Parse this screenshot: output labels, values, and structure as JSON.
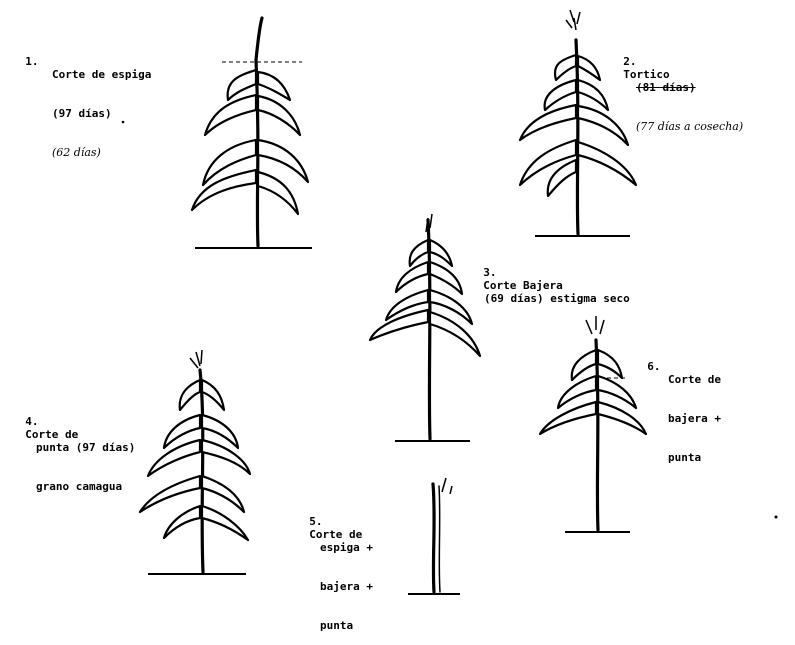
{
  "labels": {
    "l1": {
      "num": "1.",
      "line1": "Corte de espiga",
      "line2": "(97 días)",
      "line3": "(62 días)"
    },
    "l2": {
      "num": "2.",
      "line1": "Tortico",
      "line2": "(81 días)",
      "line3": "(77 días a cosecha)"
    },
    "l3": {
      "num": "3.",
      "line1": "Corte Bajera",
      "line2": "(69 días) estigma seco"
    },
    "l4": {
      "num": "4.",
      "line1": "Corte de",
      "line2": "punta (97 días)",
      "line3": "grano camagua"
    },
    "l5": {
      "num": "5.",
      "line1": "Corte de",
      "line2": "espiga +",
      "line3": "bajera +",
      "line4": "punta"
    },
    "l6": {
      "num": "6.",
      "line1": "Corte de",
      "line2": "bajera +",
      "line3": "punta"
    }
  },
  "colors": {
    "ink": "#000000",
    "paper": "#ffffff"
  }
}
